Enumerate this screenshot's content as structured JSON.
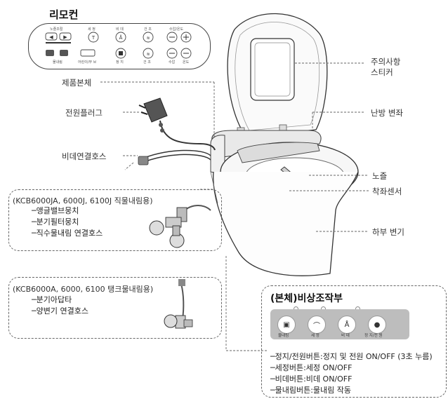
{
  "remote": {
    "title": "리모컨",
    "top_labels": [
      "노즐조절",
      "세 정",
      "비 데",
      "건 조",
      "수압/온도"
    ],
    "bottom_labels": [
      "물내림",
      "어린이/무 브",
      "정 지",
      "건 조",
      "수압",
      "온도"
    ],
    "icons": [
      "nozzle-arrow-icon",
      "bidet-icon",
      "bidet-female-icon",
      "dryer-icon",
      "minus-icon",
      "plus-icon",
      "flush-icon",
      "child-mode-icon",
      "stop-icon",
      "dry-icon",
      "pressure-minus-icon",
      "temp-minus-icon"
    ]
  },
  "labels": {
    "main_body": "제품본체",
    "power_plug": "전원플러그",
    "bidet_hose": "비데연결호스",
    "caution_sticker_line1": "주의사항",
    "caution_sticker_line2": "스티커",
    "heated_seat": "난방 변좌",
    "nozzle": "노즐",
    "seat_sensor": "착좌센서",
    "lower_bowl": "하부 변기"
  },
  "direct_flush_box": {
    "heading": "(KCB6000JA, 6000J, 6100J 직물내림용)",
    "items": [
      "─앵글밸브뭉치",
      "─분기필터뭉치",
      "─직수물내림 연결호스"
    ]
  },
  "tank_flush_box": {
    "heading": "(KCB6000A, 6000, 6100 탱크물내림용)",
    "items": [
      "─분기아답타",
      "─양변기 연결호스"
    ]
  },
  "emergency_panel": {
    "title": "(본체)비상조작부",
    "buttons": [
      {
        "label": "물내림",
        "icon": "flush-icon"
      },
      {
        "label": "세 정",
        "icon": "cleanse-icon"
      },
      {
        "label": "비 데",
        "icon": "bidet-icon"
      },
      {
        "label": "정 지/전 원",
        "icon": "power-stop-icon"
      }
    ],
    "descriptions": [
      "─정지/전원버튼:정지 및 전원 ON/OFF (3초 누름)",
      "─세정버튼:세정 ON/OFF",
      "─비데버튼:비데 ON/OFF",
      "─물내림버튼:물내림 작동"
    ]
  }
}
